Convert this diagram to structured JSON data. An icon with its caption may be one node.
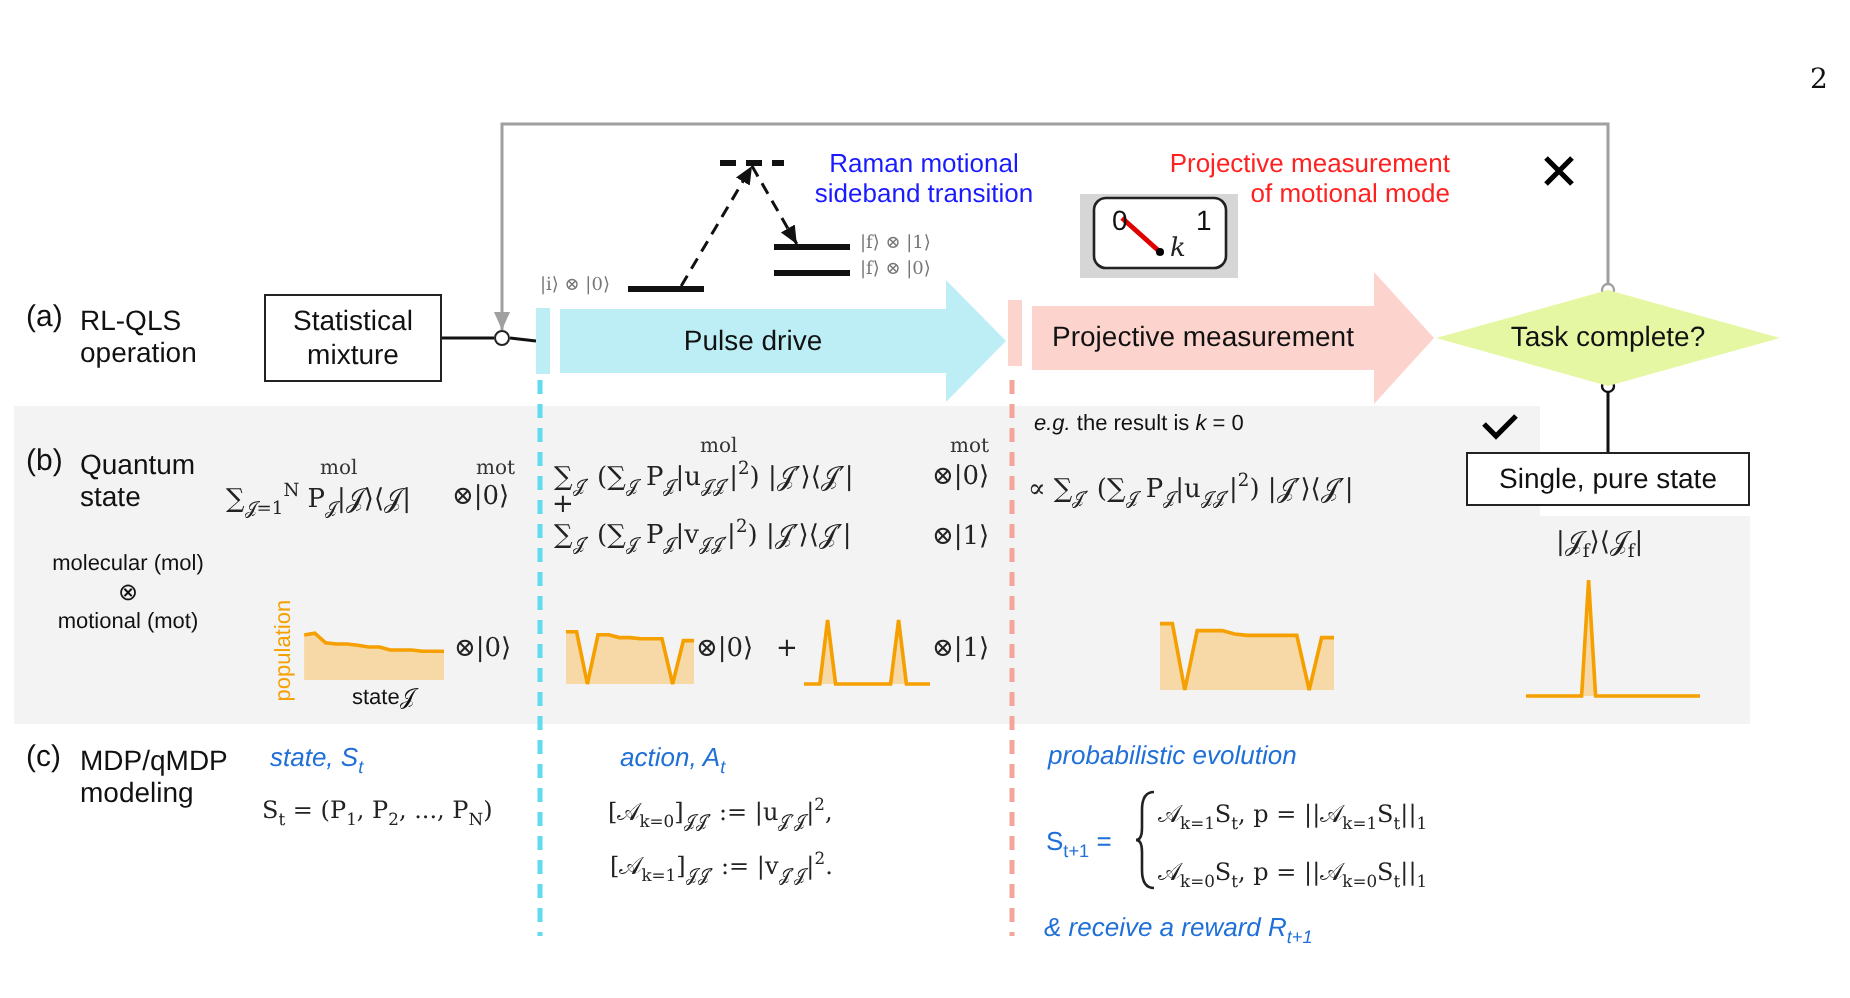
{
  "diagram": {
    "nodes": [
      {
        "text": [
          "Statistical mixture"
        ]
      },
      {
        "text": [],
        "shape": "circle"
      },
      {
        "text": [
          "Pulse drive"
        ]
      },
      {
        "text": [
          "Projective measurement"
        ]
      },
      {
        "text": [
          "Task complete?"
        ]
      },
      {
        "text": [
          "Single, pure state"
        ]
      },
      {
        "text": [],
        "shape": "bar"
      },
      {
        "text": [],
        "shape": "bar"
      },
      {
        "text": [],
        "shape": "bar"
      },
      {
        "text": [],
        "shape": "bar"
      }
    ],
    "edges": [
      {
        "from": 0,
        "to": 1,
        "arrow": "none"
      },
      {
        "from": 1,
        "to": 2,
        "arrow": "none"
      },
      {
        "from": 4,
        "to": 1,
        "arrow": "to",
        "color": "#a0a0a0"
      },
      {
        "from": 4,
        "to": 5,
        "arrow": "other"
      },
      {
        "from": 6,
        "to": 7,
        "arrow": "to",
        "style": "dashed"
      },
      {
        "from": 7,
        "to": 8,
        "arrow": "to",
        "style": "dashed"
      }
    ],
    "labels": [
      "2",
      "Raman motional sideband transition",
      "Projective measurement of motional mode",
      "0",
      "1",
      "k",
      "(a)",
      "RL-QLS operation",
      "(b)",
      "Quantum state",
      "mol",
      "mot",
      "∑$_{𝒥=1}$$^{N}$ P$_{𝒥}$|𝒥⟩⟨𝒥|",
      "⊗|0⟩",
      "mol",
      "mot",
      "∑$_{𝒥′}$ (∑$_{𝒥}$ P$_{𝒥}$|u$_{𝒥𝒥′}$|$^{2}$) |𝒥′⟩⟨𝒥′|",
      "⊗|0⟩",
      "+",
      "∑$_{𝒥′}$ (∑$_{𝒥}$ P$_{𝒥}$|v$_{𝒥𝒥′}$|$^{2}$) |𝒥′⟩⟨𝒥′|",
      "⊗|1⟩",
      "*e.g.* the result is *k* = 0",
      "∝ ∑$_{𝒥′}$ (∑$_{𝒥}$ P$_{𝒥}$|u$_{𝒥𝒥′}$|$^{2}$) |𝒥′⟩⟨𝒥′|",
      "molecular (mol)",
      "⊗",
      "motional (mot)",
      "population",
      "state𝒥",
      "⊗|0⟩",
      "⊗|0⟩",
      "+",
      "⊗|1⟩",
      "|𝒥$_{f}$⟩⟨𝒥$_{f}$|",
      "(c)",
      "MDP/qMDP modeling",
      "state, S$_{t}$",
      "S$_{t}$ = (P$_{1}$, P$_{2}$, ..., P$_{N}$)",
      "action, A$_{t}$",
      "[𝒜$_{k=0}$]$_{𝒥𝒥′}$ := |u$_{𝒥′𝒥}$|$^{2}$,",
      "[𝒜$_{k=1}$]$_{𝒥𝒥′}$ := |v$_{𝒥′𝒥}$|$^{2}$.",
      "probabilistic evolution",
      "S$_{t+1}$ =",
      "𝒜$_{k=1}$S$_{t}$,  p = ||𝒜$_{k=1}$S$_{t}$||$_{1}$",
      "𝒜$_{k=0}$S$_{t}$,  p = ||𝒜$_{k=0}$S$_{t}$||$_{1}$",
      "& receive a reward R$_{t+1}$",
      "|i⟩ ⊗ |0⟩",
      "|f⟩ ⊗ |1⟩",
      "|f⟩ ⊗ |0⟩"
    ]
  }
}
